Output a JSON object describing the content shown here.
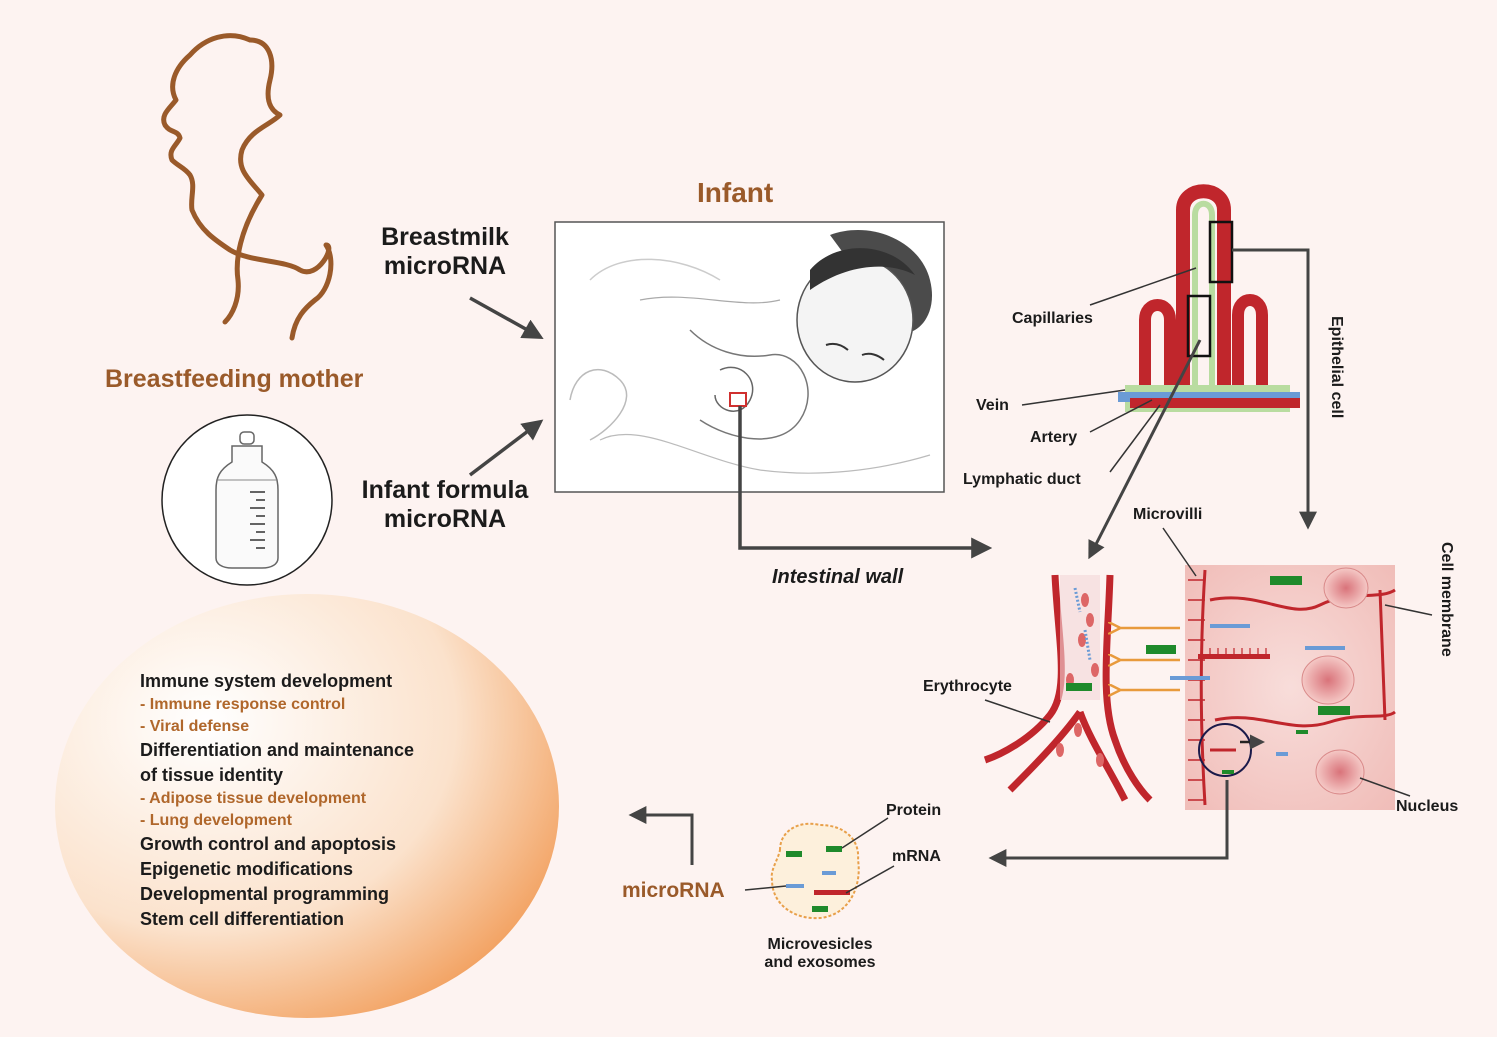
{
  "mother": {
    "label": "Breastfeeding mother"
  },
  "infant": {
    "label": "Infant"
  },
  "sources": {
    "breastmilk": [
      "Breastmilk",
      "microRNA"
    ],
    "formula": [
      "Infant formula",
      "microRNA"
    ]
  },
  "intestinal_wall": "Intestinal wall",
  "villus_labels": {
    "capillaries": "Capillaries",
    "vein": "Vein",
    "artery": "Artery",
    "lymphatic": "Lymphatic duct",
    "epithelial": "Epithelial cell"
  },
  "cell_labels": {
    "microvilli": "Microvilli",
    "cell_membrane": "Cell membrane",
    "erythrocyte": "Erythrocyte",
    "nucleus": "Nucleus"
  },
  "vesicle_labels": {
    "protein": "Protein",
    "mrna": "mRNA",
    "microrna": "microRNA",
    "vesicles": [
      "Microvesicles",
      "and exosomes"
    ]
  },
  "effects": [
    {
      "text": "Immune system development",
      "level": "head"
    },
    {
      "text": "- Immune response control",
      "level": "sub"
    },
    {
      "text": "- Viral defense",
      "level": "sub"
    },
    {
      "text": "Differentiation and maintenance",
      "level": "head"
    },
    {
      "text": "of tissue identity",
      "level": "head"
    },
    {
      "text": "- Adipose tissue development",
      "level": "sub"
    },
    {
      "text": "- Lung development",
      "level": "sub"
    },
    {
      "text": "Growth control and apoptosis",
      "level": "head"
    },
    {
      "text": "Epigenetic modifications",
      "level": "head"
    },
    {
      "text": "Developmental programming",
      "level": "head"
    },
    {
      "text": "Stem cell differentiation",
      "level": "head"
    }
  ],
  "colors": {
    "background": "#fdf3f1",
    "silhouette": "#9a5a2a",
    "vessel_red": "#c0262c",
    "vein_blue": "#6a9bd6",
    "lymph_green": "#b9dca0",
    "rna_green": "#1f8a2b",
    "orange_arrow": "#e89a3c"
  }
}
